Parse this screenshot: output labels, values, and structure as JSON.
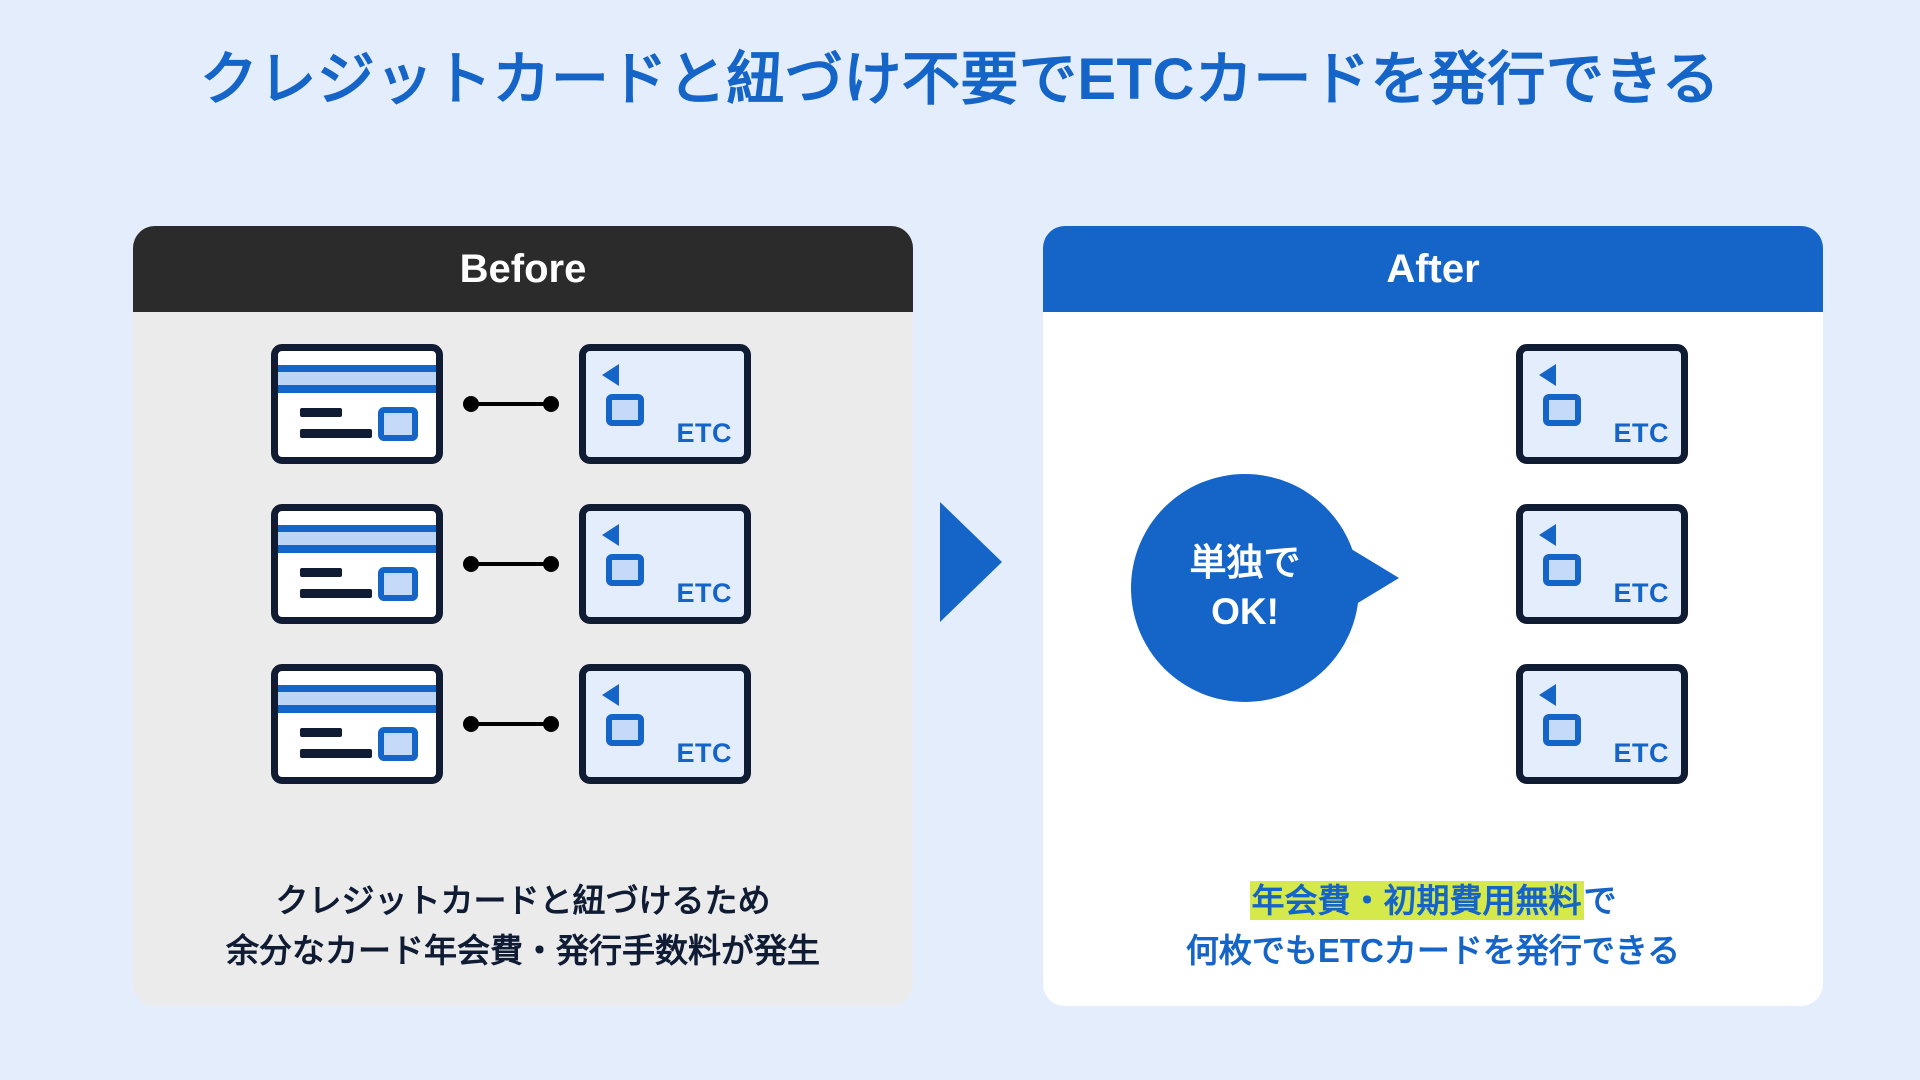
{
  "page": {
    "title": "クレジットカードと紐づけ不要でETCカードを発行できる",
    "background_color": "#e4edfb",
    "accent_color": "#1565c8",
    "dark_color": "#2b2b2b",
    "highlight_color": "#d6e94b",
    "navy_color": "#0f1c33"
  },
  "before": {
    "header": "Before",
    "header_bg": "#2b2b2b",
    "body_bg": "#ebebeb",
    "rows": [
      {
        "credit_card": "credit-card",
        "link": "linked",
        "etc_card": "ETC"
      },
      {
        "credit_card": "credit-card",
        "link": "linked",
        "etc_card": "ETC"
      },
      {
        "credit_card": "credit-card",
        "link": "linked",
        "etc_card": "ETC"
      }
    ],
    "etc_label": "ETC",
    "caption_line1": "クレジットカードと紐づけるため",
    "caption_line2": "余分なカード年会費・発行手数料が発生"
  },
  "after": {
    "header": "After",
    "header_bg": "#1565c8",
    "body_bg": "#ffffff",
    "bubble_line1": "単独で",
    "bubble_line2": "OK!",
    "rows": [
      {
        "etc_card": "ETC"
      },
      {
        "etc_card": "ETC"
      },
      {
        "etc_card": "ETC"
      }
    ],
    "etc_label": "ETC",
    "caption_highlight": "年会費・初期費用無料",
    "caption_tail": "で",
    "caption_line2": "何枚でもETCカードを発行できる"
  },
  "middle": {
    "arrow": "right-arrow"
  }
}
